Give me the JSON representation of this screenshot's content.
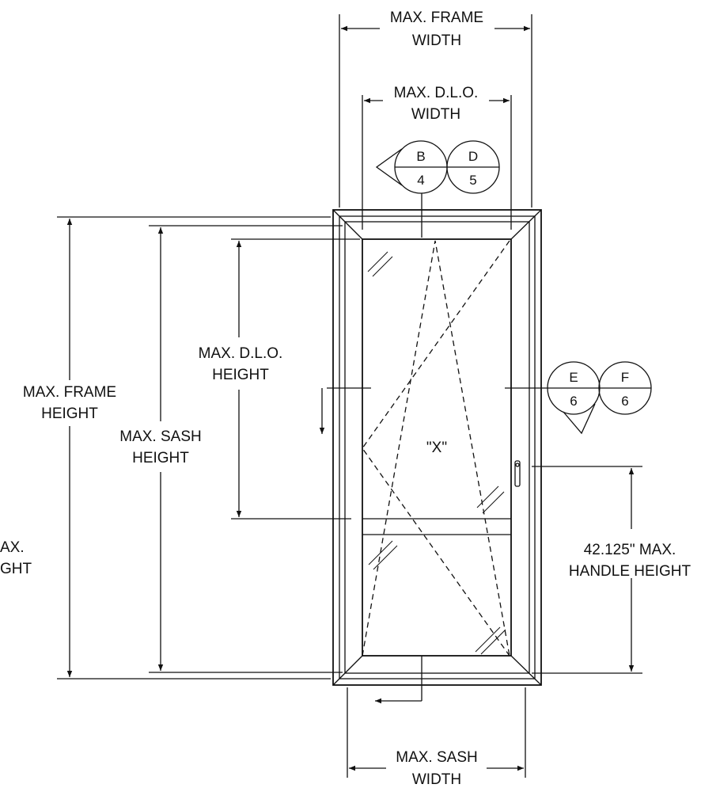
{
  "labels": {
    "frame_width": [
      "MAX. FRAME",
      "WIDTH"
    ],
    "dlo_width": [
      "MAX. D.L.O.",
      "WIDTH"
    ],
    "frame_height": [
      "MAX. FRAME",
      "HEIGHT"
    ],
    "dlo_height": [
      "MAX. D.L.O.",
      "HEIGHT"
    ],
    "sash_height": [
      "MAX. SASH",
      "HEIGHT"
    ],
    "handle_height": [
      "42.125\" MAX.",
      "HANDLE HEIGHT"
    ],
    "sash_width": [
      "MAX. SASH",
      "WIDTH"
    ],
    "clipped_left": [
      "AX.",
      "GHT"
    ],
    "center_mark": "\"X\""
  },
  "section_callouts": {
    "top_left": {
      "top": "B",
      "bottom": "4"
    },
    "top_right": {
      "top": "D",
      "bottom": "5"
    },
    "side_left": {
      "top": "E",
      "bottom": "6"
    },
    "side_right": {
      "top": "F",
      "bottom": "6"
    }
  }
}
